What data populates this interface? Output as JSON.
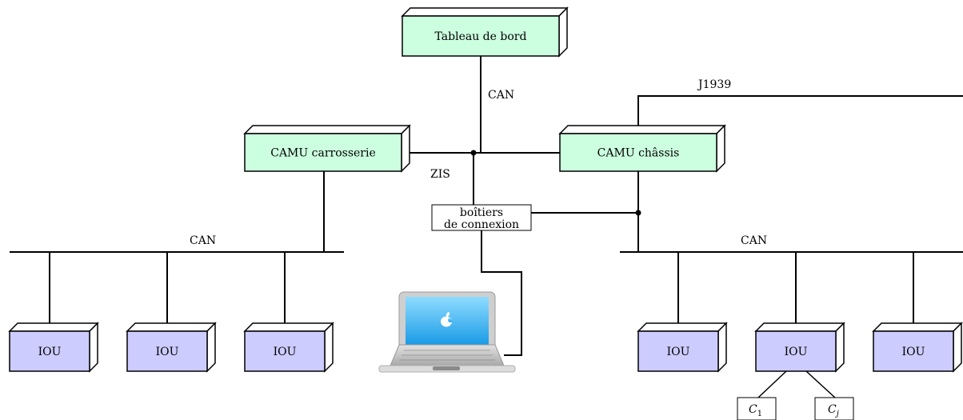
{
  "colors": {
    "camu_fill": "#ccffe0",
    "iou_fill": "#ccccff",
    "line": "#000000",
    "laptop_screen": "#2ab0ef",
    "laptop_body": "#c8c8c8"
  },
  "nodes": {
    "dashboard": "Tableau de bord",
    "camu_body": "CAMU carrosserie",
    "camu_chassis": "CAMU châssis",
    "connection_boxes": [
      "boîtiers",
      "de connexion"
    ],
    "iou_left": [
      "IOU",
      "IOU",
      "IOU"
    ],
    "iou_right": [
      "IOU",
      "IOU",
      "IOU"
    ],
    "components": {
      "first": {
        "base": "C",
        "sub": "1"
      },
      "last": {
        "base": "C",
        "sub": "j"
      }
    }
  },
  "bus_labels": {
    "can_top": "CAN",
    "j1939": "J1939",
    "zis": "ZIS",
    "can_left": "CAN",
    "can_right": "CAN"
  },
  "icons": {
    "laptop": "laptop-icon",
    "logo": "apple-logo-icon"
  }
}
